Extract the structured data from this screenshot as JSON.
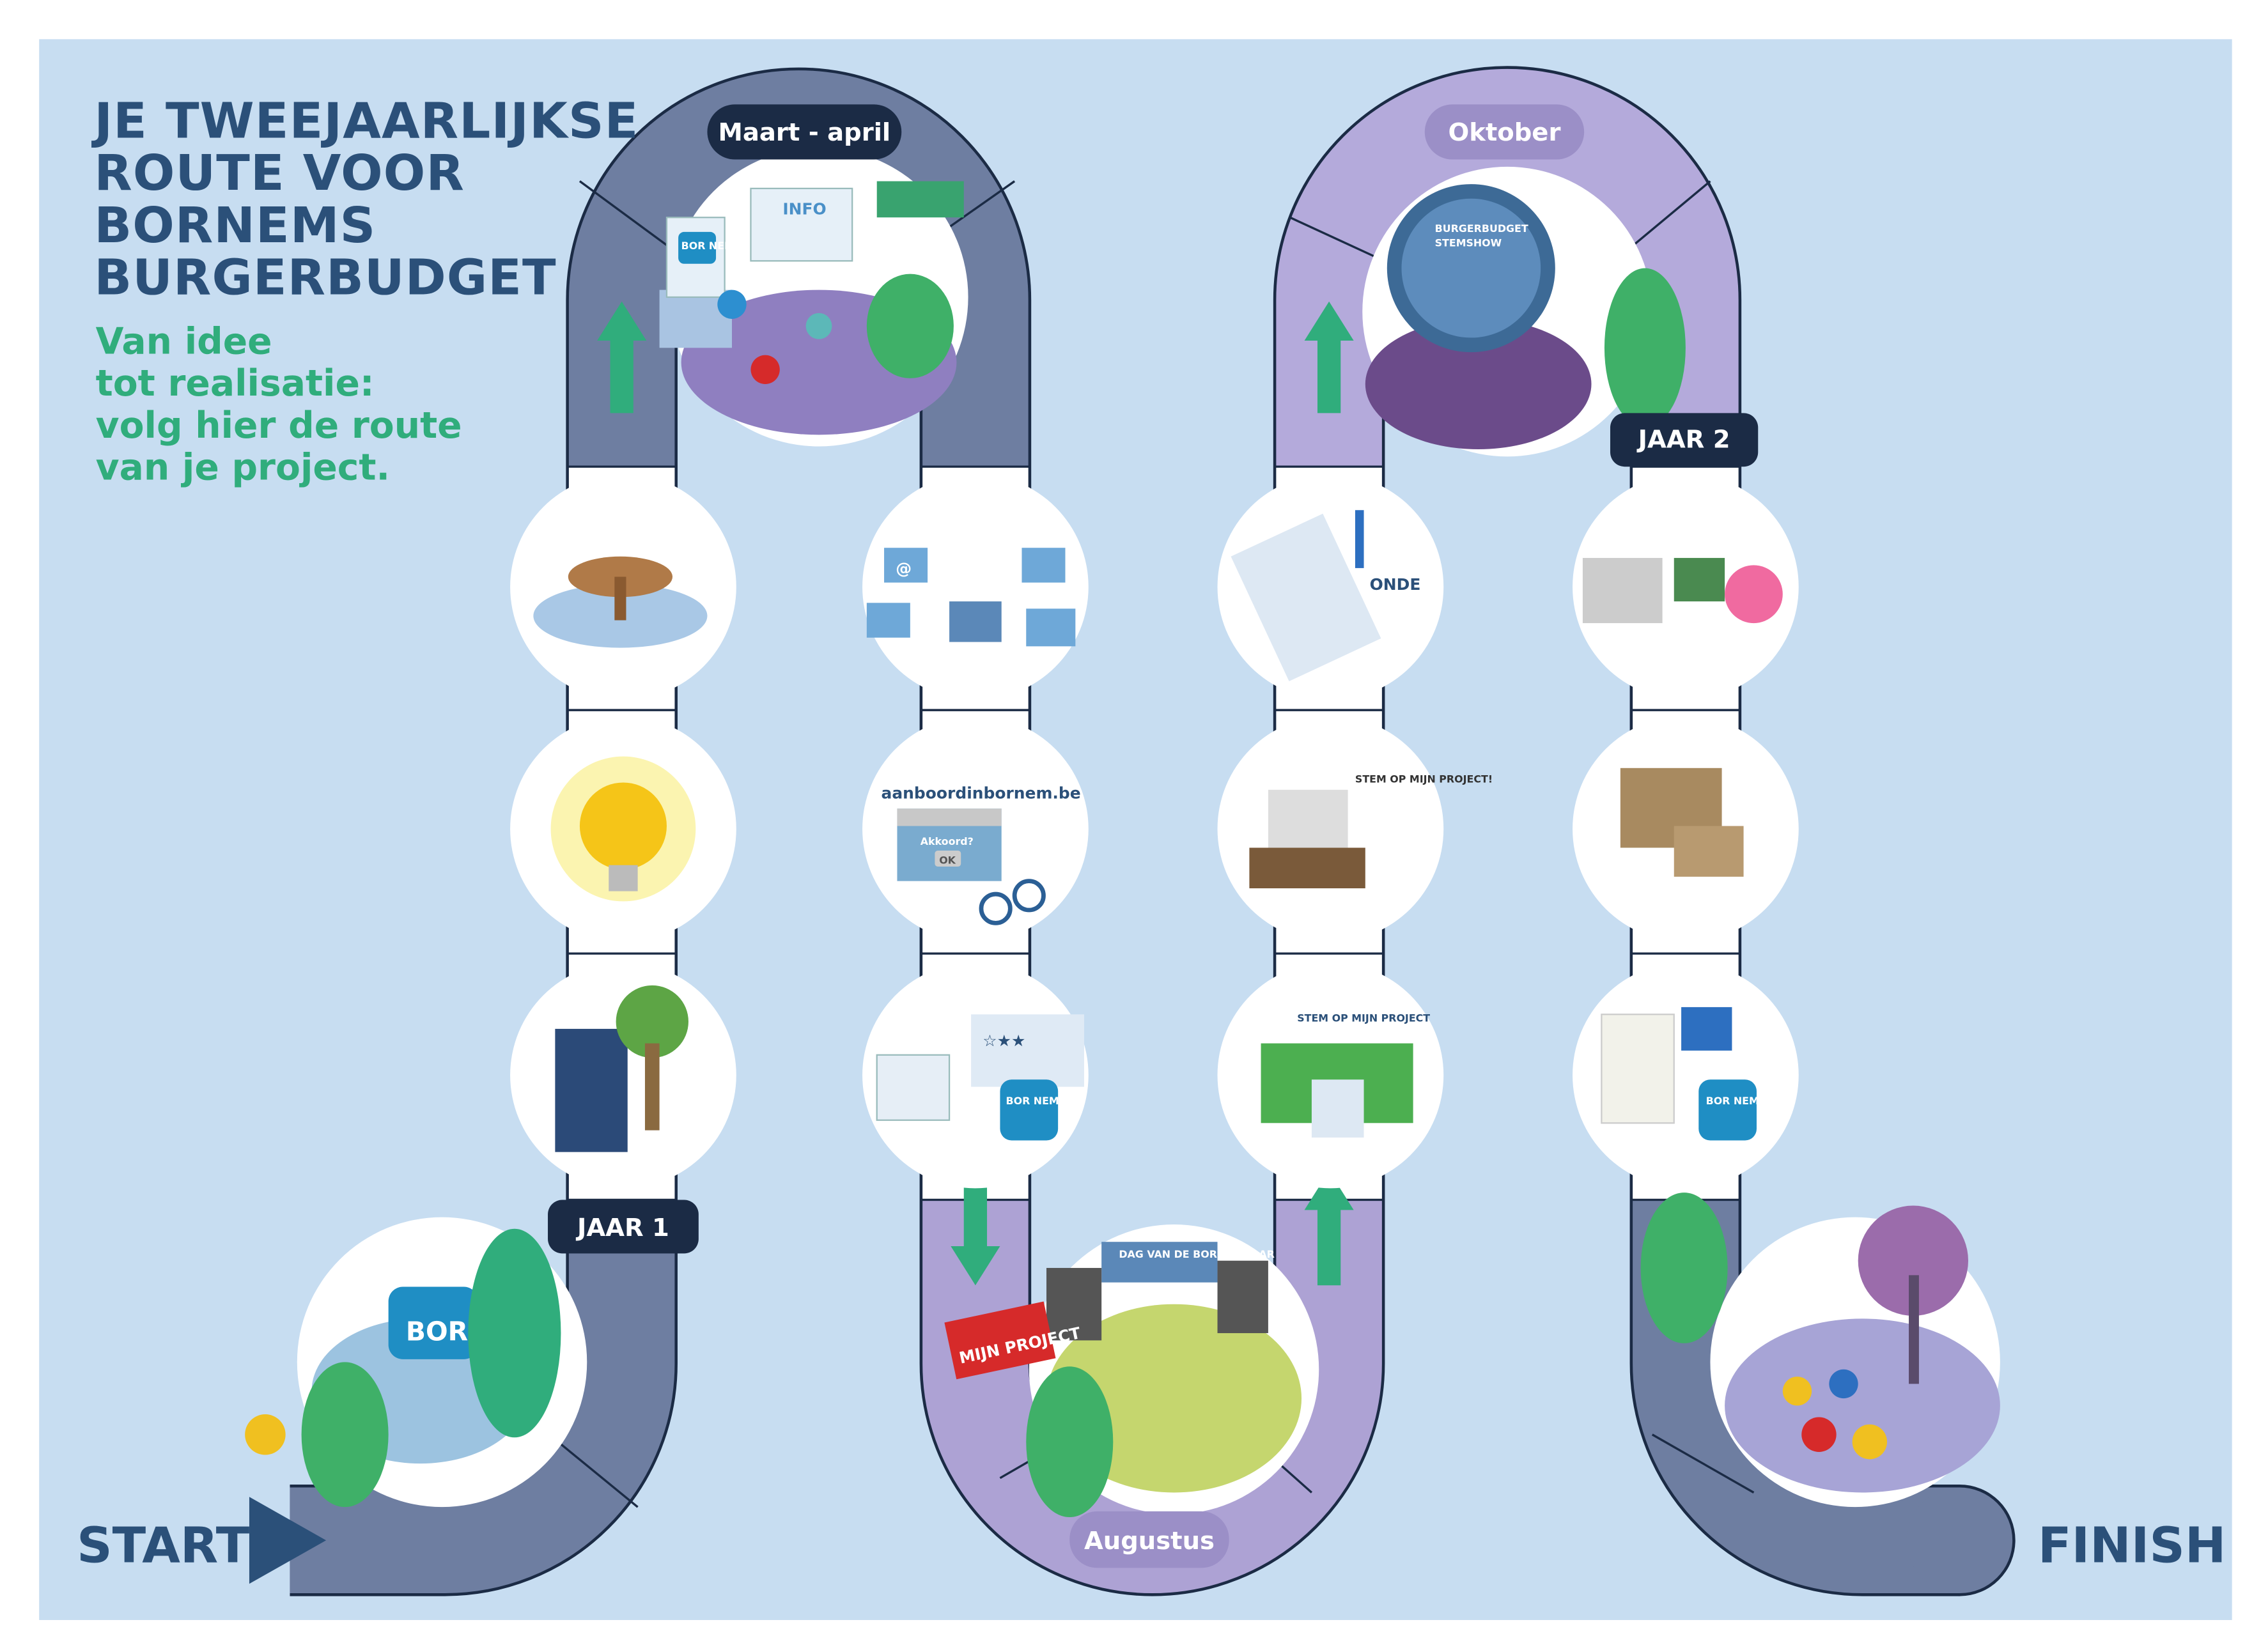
{
  "title": {
    "lines": [
      "JE TWEEJAARLIJKSE",
      "ROUTE VOOR",
      "BORNEMS",
      "BURGERBUDGET"
    ]
  },
  "subtitle": {
    "lines": [
      "Van idee",
      "tot realisatie:",
      "volg hier de route",
      "van je project."
    ]
  },
  "labels": {
    "start": "START",
    "finish": "FINISH",
    "maart_april": "Maart - april",
    "oktober": "Oktober",
    "augustus": "Augustus",
    "jaar1": "JAAR 1",
    "jaar2": "JAAR 2"
  },
  "illustrations": {
    "info_stand": {
      "sign": "INFO",
      "logo": "BOR NEM"
    },
    "start_logo": "BOR",
    "stemshow": {
      "line1": "BURGERBUDGET",
      "line2": "STEMSHOW"
    },
    "website": {
      "url": "aanboordinbornem.be",
      "question": "Akkoord?",
      "ok": "OK"
    },
    "vote_sign": "STEM OP MIJN PROJECT!",
    "ballot_word": "ONDE",
    "poster": "STEM OP MIJN PROJECT",
    "stage_banner": "DAG VAN DE BORNEMNAAR",
    "protest_sign": "MIJN PROJECT",
    "bornem_logo": "BOR NEM",
    "bornem_logo2": "BOR NEM"
  },
  "colors": {
    "background": "#c7ddf1",
    "slate": "#6e7ea1",
    "purple": "#ada2d4",
    "purple_light": "#b4aadb",
    "navy": "#1b2b45",
    "green": "#30ad7c",
    "title": "#2b5079"
  }
}
